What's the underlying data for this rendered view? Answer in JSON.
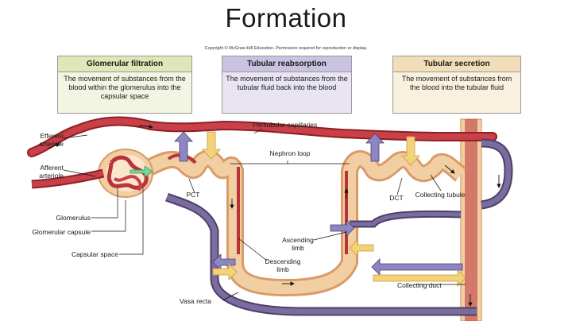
{
  "title": "Formation",
  "copyright": "Copyright © McGraw-Hill Education. Permission required for reproduction or display.",
  "boxes": [
    {
      "header": "Glomerular filtration",
      "text": "The movement of substances from the blood within the glomerulus into the capsular space",
      "color": "#dfe6b8"
    },
    {
      "header": "Tubular reabsorption",
      "text": "The movement of substances from the tubular fluid back into the blood",
      "color": "#c9c2e0"
    },
    {
      "header": "Tubular secretion",
      "text": "The movement of substances from the blood into the tubular fluid",
      "color": "#f1ddb8"
    }
  ],
  "labels": {
    "efferent": "Efferent arteriole",
    "afferent": "Afferent arteriole",
    "glomerulus": "Glomerulus",
    "glomerular_capsule": "Glomerular capsule",
    "capsular_space": "Capsular space",
    "pct": "PCT",
    "peritubular": "Peritubular capillaries",
    "nephron_loop": "Nephron loop",
    "dct": "DCT",
    "collecting_tubule": "Collecting tubule",
    "ascending_limb": "Ascending limb",
    "descending_limb": "Descending limb",
    "collecting_duct": "Collecting duct",
    "vasa_recta": "Vasa recta"
  },
  "colors": {
    "artery": "#b8333a",
    "vein": "#5a4f7a",
    "tubule": "#f2cfa3",
    "tubule_edge": "#d99b68",
    "reabsorption_arrow": "#8c86c4",
    "secretion_arrow": "#f3d27a",
    "filtration_arrow": "#7fd39a"
  }
}
